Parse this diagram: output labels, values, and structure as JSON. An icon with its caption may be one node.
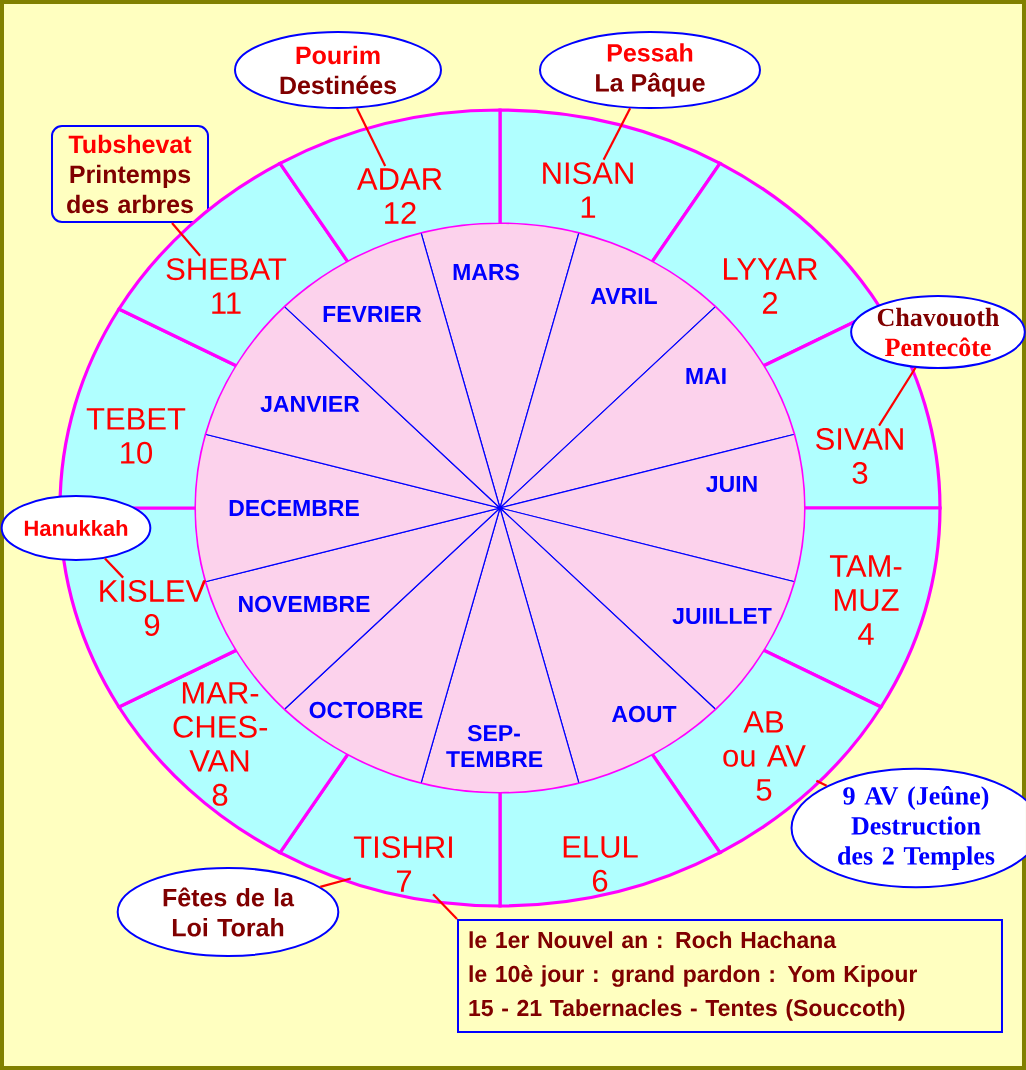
{
  "diagram": {
    "nodes": [
      {
        "text": [
          "Pourim",
          "Destinées"
        ]
      },
      {
        "text": [
          "Pessah",
          "La Pâque"
        ]
      },
      {
        "text": [
          "Tubshevat",
          "Printemps des arbres"
        ]
      },
      {
        "text": [
          "NISAN",
          "1"
        ]
      },
      {
        "text": [
          "LYYAR",
          "2"
        ]
      },
      {
        "text": [
          "SIVAN",
          "3"
        ]
      },
      {
        "text": [
          "TAM- MUZ",
          "4"
        ]
      },
      {
        "text": [
          "AB ou AV",
          "5"
        ]
      },
      {
        "text": [
          "ELUL",
          "6"
        ]
      },
      {
        "text": [
          "TISHRI",
          "7"
        ]
      },
      {
        "text": [
          "MAR- CHES- VAN",
          "8"
        ]
      },
      {
        "text": [
          "KISLEV",
          "9"
        ]
      },
      {
        "text": [
          "TEBET",
          "10"
        ]
      },
      {
        "text": [
          "SHEBAT",
          "11"
        ]
      },
      {
        "text": [
          "ADAR",
          "12"
        ]
      },
      {
        "text": [
          "MARS"
        ]
      },
      {
        "text": [
          "AVRIL"
        ]
      },
      {
        "text": [
          "MAI"
        ]
      },
      {
        "text": [
          "JUIN"
        ]
      },
      {
        "text": [
          "JUIILLET"
        ]
      },
      {
        "text": [
          "AOUT"
        ]
      },
      {
        "text": [
          "SEP- TEMBRE"
        ]
      },
      {
        "text": [
          "OCTOBRE"
        ]
      },
      {
        "text": [
          "NOVEMBRE"
        ]
      },
      {
        "text": [
          "DECEMBRE"
        ]
      },
      {
        "text": [
          "JANVIER"
        ]
      },
      {
        "text": [
          "FEVRIER"
        ]
      },
      {
        "text": [
          "Chavouoth",
          "Pentecôte"
        ]
      },
      {
        "text": [
          "Hanukkah"
        ]
      },
      {
        "text": [
          "9 AV (Jeûne)",
          "Destruction des 2 Temples"
        ]
      },
      {
        "text": [
          "Fêtes de la Loi Torah"
        ]
      },
      {
        "text": [
          "le 1er Nouvel an : Roch Hachana",
          "le 10è jour : grand pardon : Yom Kipour",
          "15 - 21 Tabernacles - Tentes (Souccoth)"
        ]
      }
    ],
    "edges": [
      {
        "from": 0,
        "to": 14,
        "arrow": "none"
      },
      {
        "from": 1,
        "to": 3,
        "arrow": "none"
      },
      {
        "from": 2,
        "to": 13,
        "arrow": "none"
      },
      {
        "from": 27,
        "to": 5,
        "arrow": "none"
      },
      {
        "from": 28,
        "to": 11,
        "arrow": "none"
      },
      {
        "from": 29,
        "to": 7,
        "arrow": "none"
      },
      {
        "from": 30,
        "to": 9,
        "arrow": "none"
      },
      {
        "from": 31,
        "to": 9,
        "arrow": "none"
      }
    ]
  }
}
